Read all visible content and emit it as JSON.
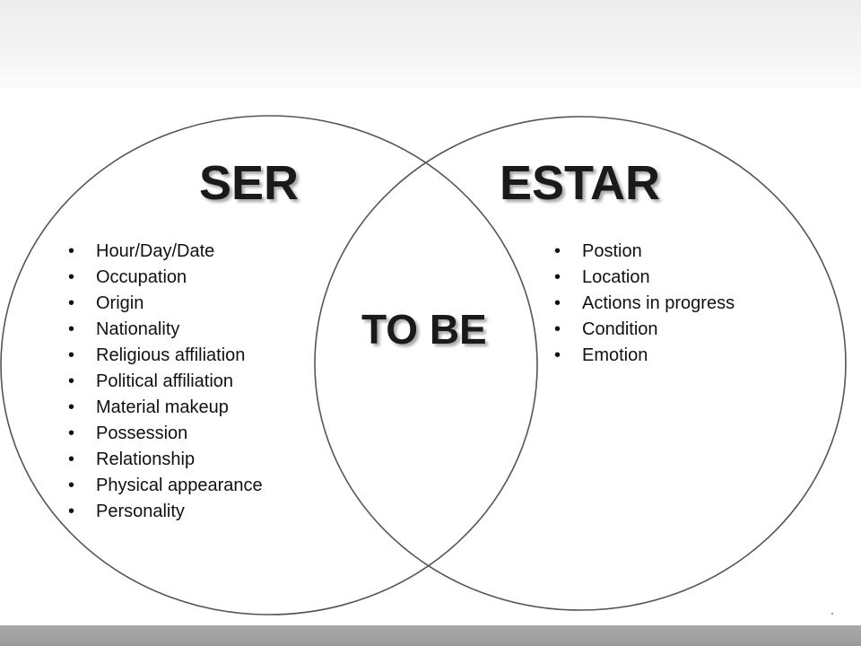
{
  "diagram": {
    "left_title": "SER",
    "right_title": "ESTAR",
    "overlap_title": "TO BE",
    "left_items": [
      "Hour/Day/Date",
      "Occupation",
      "Origin",
      "Nationality",
      "Religious affiliation",
      "Political affiliation",
      "Material makeup",
      "Possession",
      "Relationship",
      "Physical appearance",
      "Personality"
    ],
    "right_items": [
      "Postion",
      "Location",
      "Actions in progress",
      "Condition",
      "Emotion"
    ]
  },
  "colors": {
    "circle_stroke": "#555555",
    "title_text": "#1a1a1a",
    "bottom_band": "#a0a0a0"
  }
}
